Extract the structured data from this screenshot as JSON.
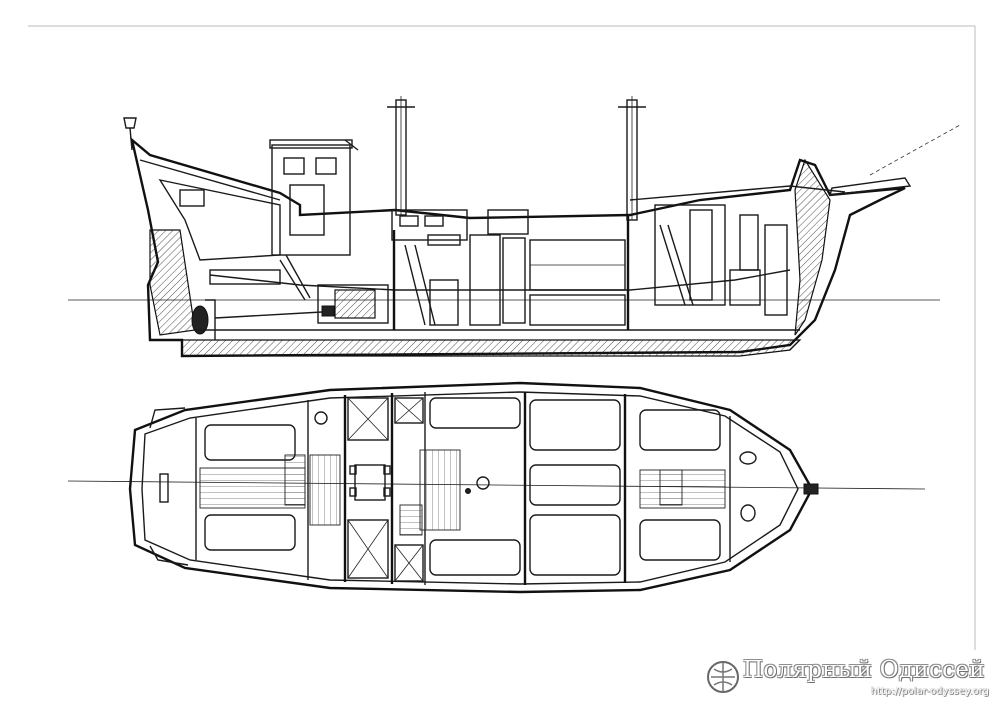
{
  "drawing": {
    "views": [
      "side-cutaway",
      "deck-plan"
    ]
  },
  "watermark": {
    "name": "Полярный Одиссей",
    "url": "http://polar-odyssey.org"
  },
  "colors": {
    "ink": "#1a1a1a",
    "paper": "#ffffff"
  }
}
